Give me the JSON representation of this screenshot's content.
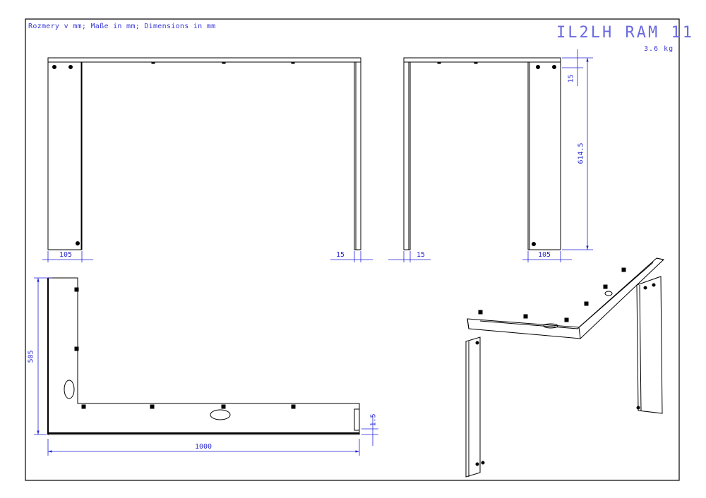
{
  "header": {
    "units_note": "Rozmery v mm; Maße in mm; Dimensions in mm",
    "part_title": "IL2LH RAM 11",
    "weight": "3.6 kg"
  },
  "dimensions": {
    "front_left_width": "105",
    "front_right_width": "15",
    "side_left_width": "15",
    "side_right_width": "105",
    "side_top_height": "15",
    "side_total_height": "614.5",
    "plan_depth": "505",
    "plan_width": "1000",
    "plan_thickness": "1.5"
  },
  "colors": {
    "outline": "#000000",
    "dimension": "#1f1fd8",
    "frame": "#000000"
  }
}
